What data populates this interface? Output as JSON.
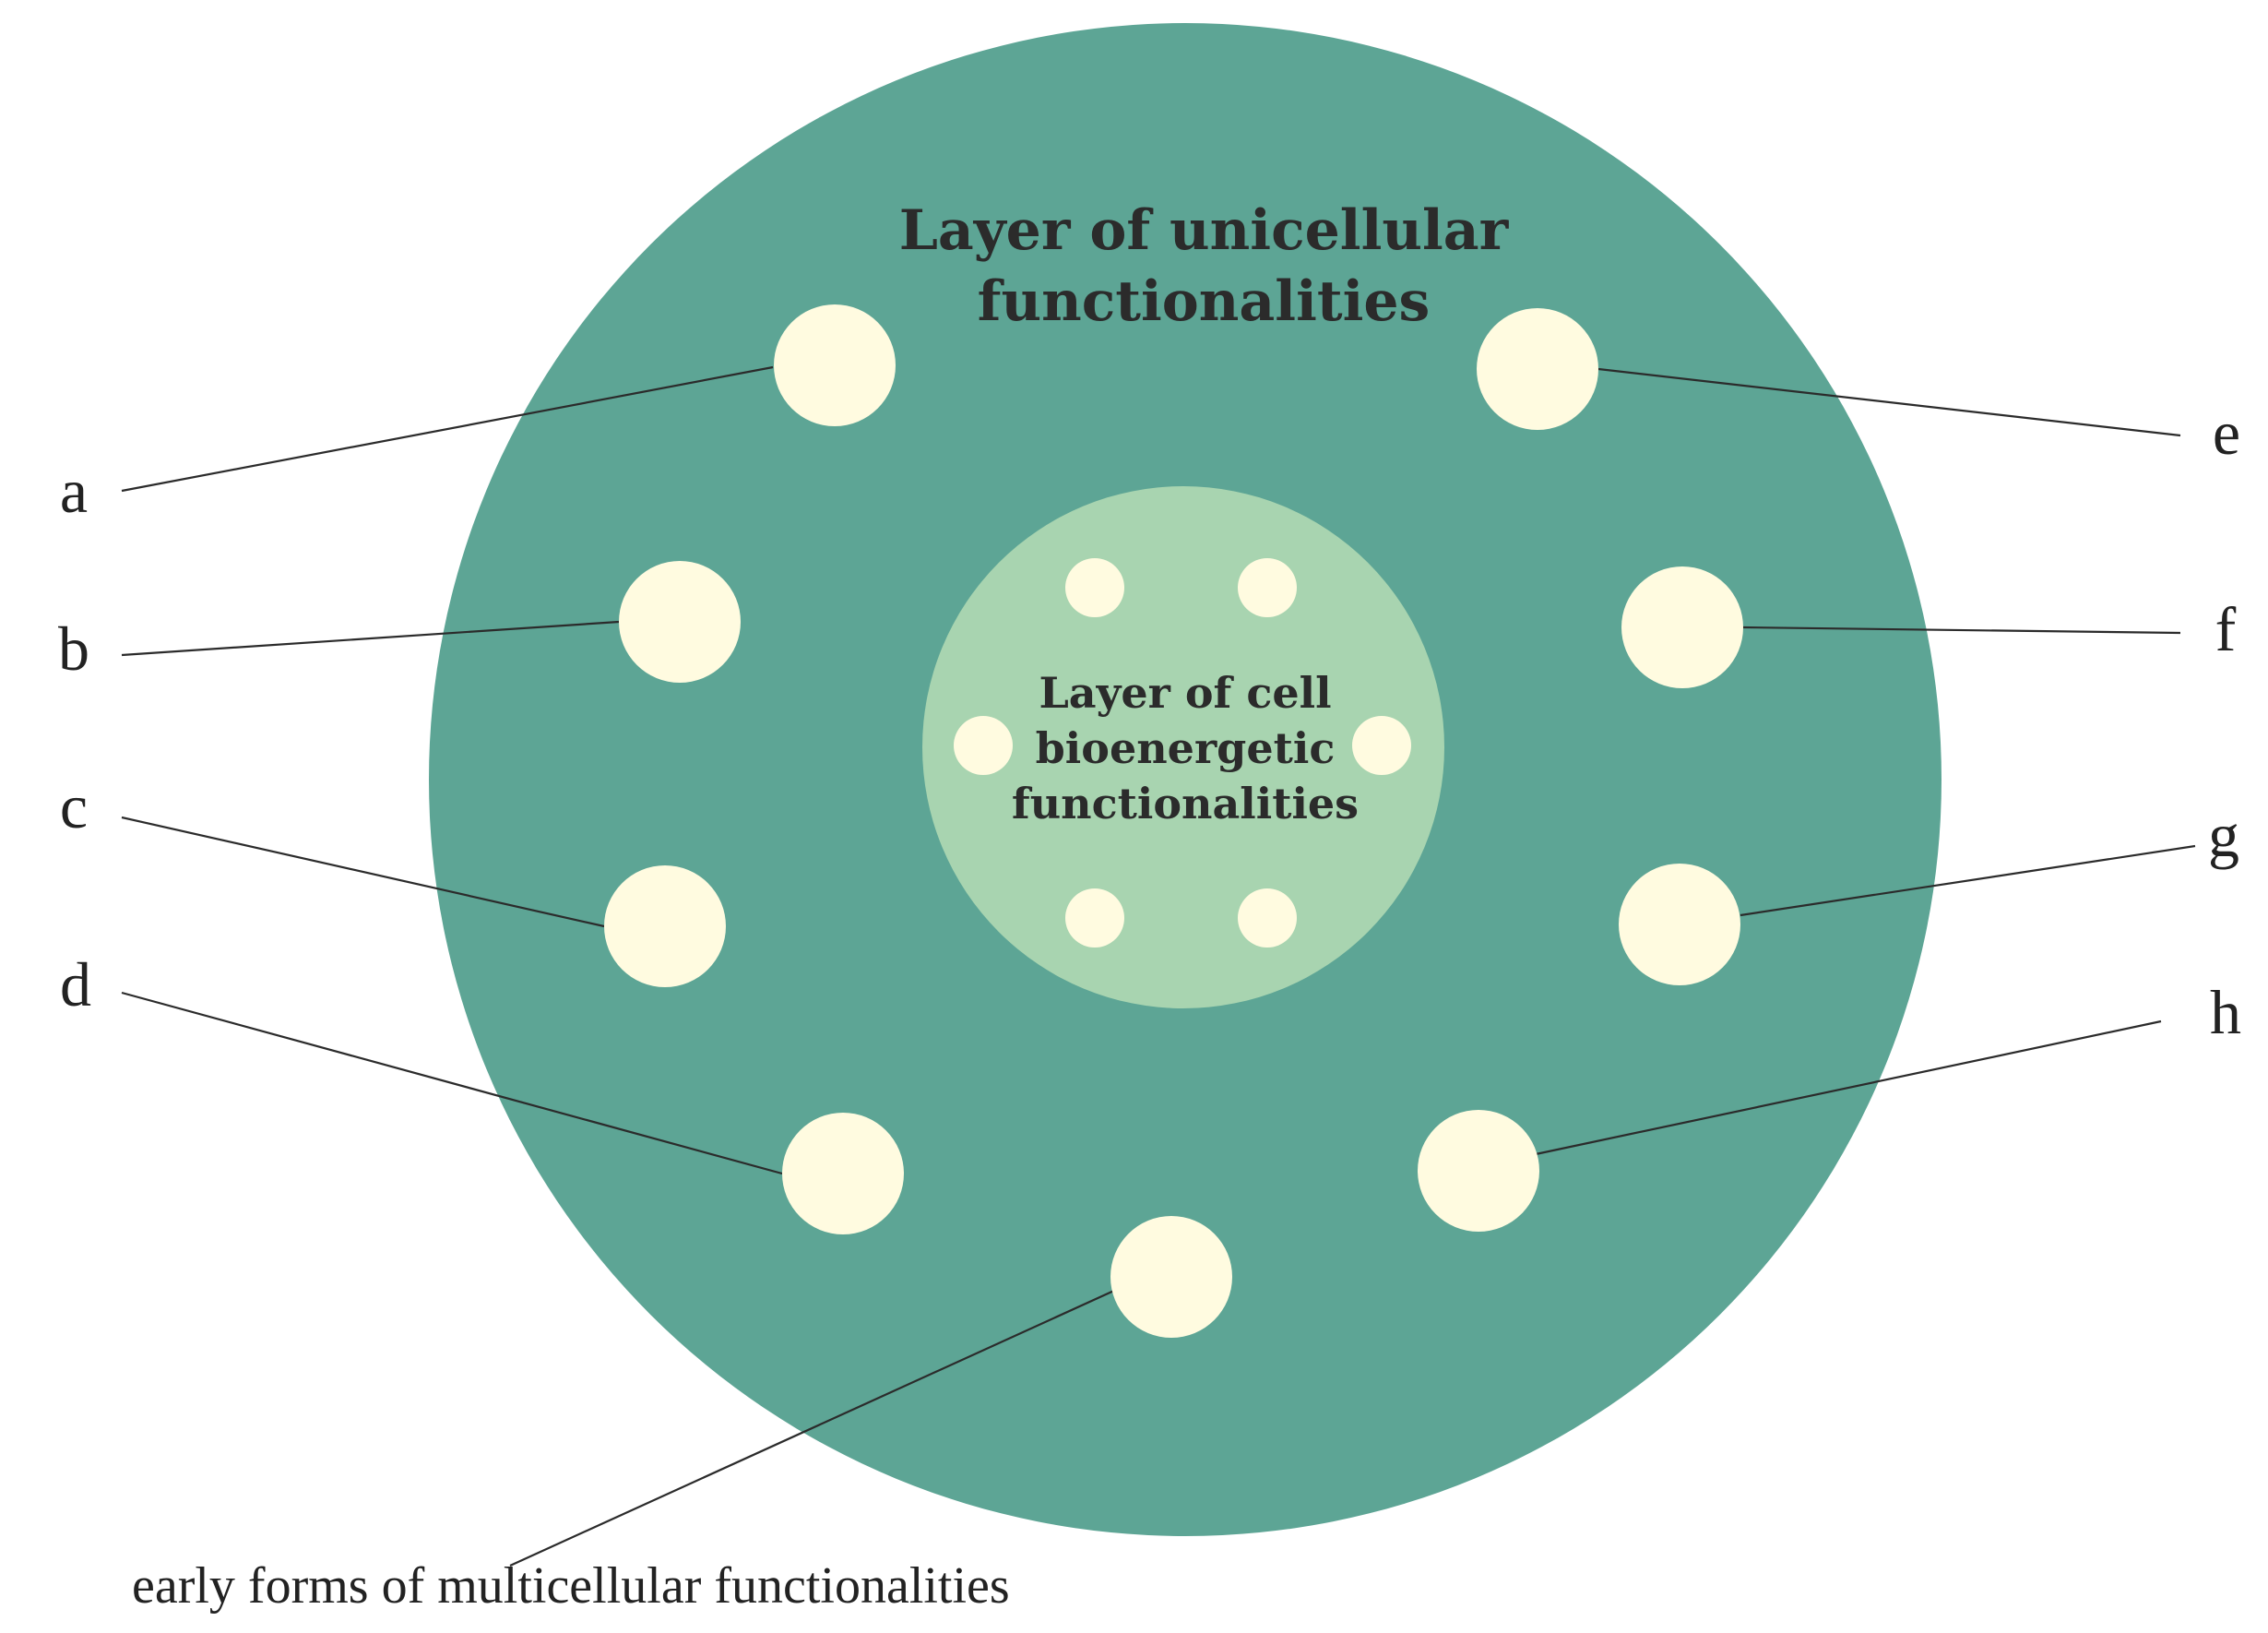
{
  "diagram": {
    "outer_layer": {
      "title_line1": "Layer of unicellular",
      "title_line2": "functionalities"
    },
    "inner_layer": {
      "title_line1": "Layer of cell",
      "title_line2": "bioenergetic",
      "title_line3": "functionalities"
    },
    "callouts": {
      "a": "a",
      "b": "b",
      "c": "c",
      "d": "d",
      "e": "e",
      "f": "f",
      "g": "g",
      "h": "h",
      "bottom": "early forms of multicellular functionalities"
    },
    "colors": {
      "outer_layer": "#5da595",
      "inner_layer": "#a8d4b0",
      "node": "#fffbe0",
      "leader_line": "#2b2b2b"
    }
  }
}
